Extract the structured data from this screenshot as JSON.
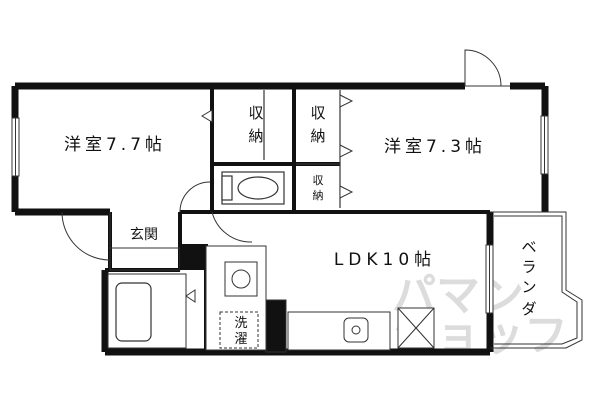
{
  "rooms": {
    "western_left": "洋室7.7帖",
    "western_right": "洋室7.3帖",
    "storage_left": [
      "収",
      "納"
    ],
    "storage_right_top": [
      "収",
      "納"
    ],
    "storage_right_small": [
      "収",
      "納"
    ],
    "entrance": "玄関",
    "ldk": "LDK10帖",
    "veranda": [
      "ベ",
      "ラ",
      "ン",
      "ダ"
    ],
    "laundry": [
      "洗",
      "濯"
    ]
  },
  "watermark": {
    "line1": "パマン",
    "line2": "ショッフ"
  },
  "colors": {
    "wall": "#111111",
    "line": "#333333",
    "watermark": "#d9d9d9"
  }
}
